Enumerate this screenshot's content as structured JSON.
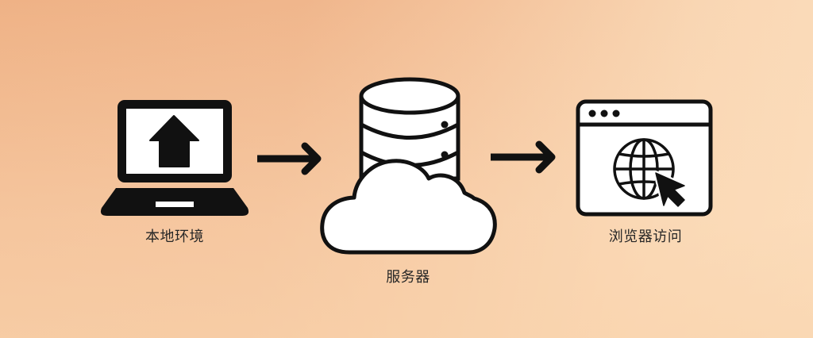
{
  "diagram": {
    "type": "flow",
    "direction": "left-to-right",
    "colors": {
      "stroke": "#111111",
      "fill": "#ffffff",
      "label": "#262626",
      "background_start": "#efb286",
      "background_end": "#fbdcbb"
    },
    "nodes": [
      {
        "id": "local",
        "label": "本地环境",
        "icon": "laptop-upload-icon"
      },
      {
        "id": "server",
        "label": "服务器",
        "icon": "cloud-database-icon"
      },
      {
        "id": "browser",
        "label": "浏览器访问",
        "icon": "browser-globe-cursor-icon"
      }
    ],
    "edges": [
      {
        "from": "local",
        "to": "server",
        "icon": "arrow-right-icon"
      },
      {
        "from": "server",
        "to": "browser",
        "icon": "arrow-right-icon"
      }
    ]
  }
}
